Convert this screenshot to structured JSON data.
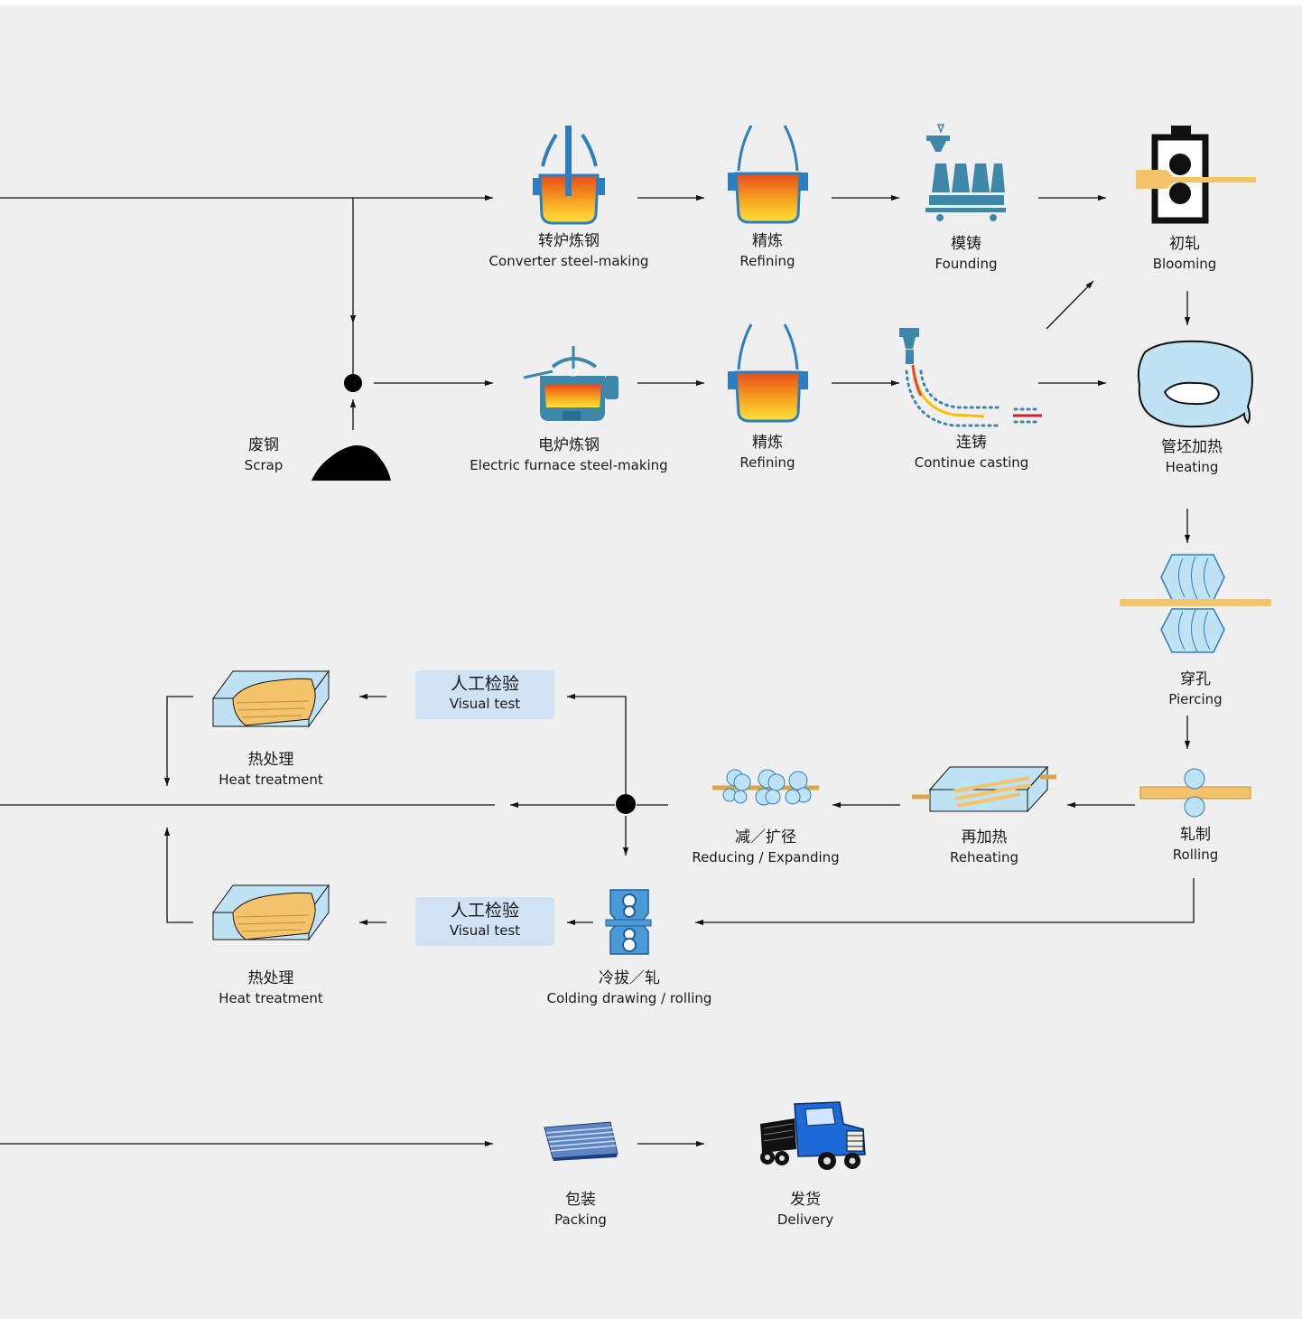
{
  "steps": {
    "converter": {
      "zh": "转炉炼钢",
      "en": "Converter steel-making"
    },
    "refining1": {
      "zh": "精炼",
      "en": "Refining"
    },
    "founding": {
      "zh": "模铸",
      "en": "Founding"
    },
    "blooming": {
      "zh": "初轧",
      "en": "Blooming"
    },
    "scrap": {
      "zh": "废钢",
      "en": "Scrap"
    },
    "electric": {
      "zh": "电炉炼钢",
      "en": "Electric furnace steel-making"
    },
    "refining2": {
      "zh": "精炼",
      "en": "Refining"
    },
    "casting": {
      "zh": "连铸",
      "en": "Continue casting"
    },
    "heating": {
      "zh": "管坯加热",
      "en": "Heating"
    },
    "piercing": {
      "zh": "穿孔",
      "en": "Piercing"
    },
    "rolling": {
      "zh": "轧制",
      "en": "Rolling"
    },
    "reheating": {
      "zh": "再加热",
      "en": "Reheating"
    },
    "reducing": {
      "zh": "减／扩径",
      "en": "Reducing / Expanding"
    },
    "heat1": {
      "zh": "热处理",
      "en": "Heat treatment"
    },
    "heat2": {
      "zh": "热处理",
      "en": "Heat treatment"
    },
    "cold": {
      "zh": "冷拔／轧",
      "en": "Colding drawing / rolling"
    },
    "packing": {
      "zh": "包装",
      "en": "Packing"
    },
    "delivery": {
      "zh": "发货",
      "en": "Delivery"
    }
  },
  "visual_test_1": {
    "zh": "人工检验",
    "en": "Visual test"
  },
  "visual_test_2": {
    "zh": "人工检验",
    "en": "Visual test"
  },
  "colors": {
    "background": "#efefef",
    "equipment_blue": "#2b7fc1",
    "mould_blue": "#3f87a8",
    "steel_hot_top": "#e84a1c",
    "steel_hot_bottom": "#fde23a",
    "billet_yellow": "#f5c46a",
    "light_blue": "#bfe2f5",
    "visual_test_box": "#cfe3f4"
  }
}
